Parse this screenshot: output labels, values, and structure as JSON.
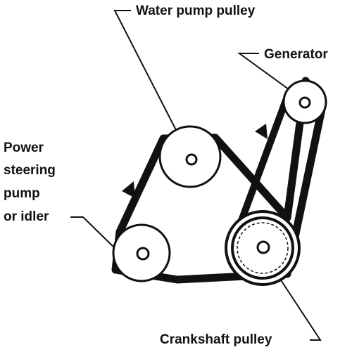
{
  "diagram": {
    "labels": {
      "water_pump": "Water pump pulley",
      "generator": "Generator",
      "power_steering": [
        "Power",
        "steering",
        "pump",
        "or idler"
      ],
      "crankshaft": "Crankshaft pulley"
    },
    "colors": {
      "ink": "#111111",
      "background": "#ffffff"
    },
    "belt_direction_markers": 2
  }
}
